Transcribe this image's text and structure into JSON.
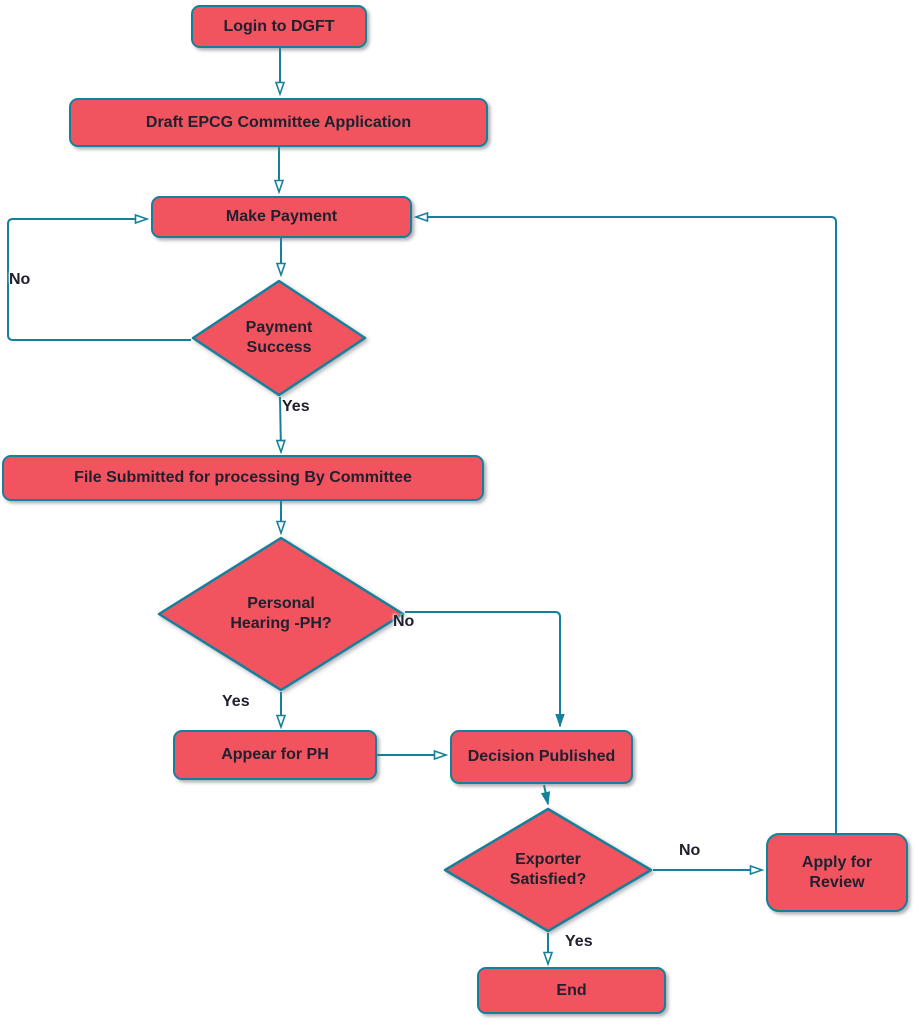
{
  "colors": {
    "node_fill": "#f2545f",
    "node_border": "#15809b",
    "connector": "#15809b",
    "text": "#20202e",
    "background": "#ffffff"
  },
  "nodes": {
    "login": {
      "label": "Login to DGFT",
      "type": "process"
    },
    "draft": {
      "label": "Draft EPCG Committee Application",
      "type": "process"
    },
    "make_payment": {
      "label": "Make Payment",
      "type": "process"
    },
    "payment_success": {
      "label": "Payment Success",
      "type": "decision"
    },
    "file_submitted": {
      "label": "File Submitted for processing By Committee",
      "type": "process"
    },
    "personal_hearing": {
      "label": "Personal Hearing -PH?",
      "type": "decision"
    },
    "appear_ph": {
      "label": "Appear for PH",
      "type": "process"
    },
    "decision_published": {
      "label": "Decision Published",
      "type": "process"
    },
    "exporter_satisfied": {
      "label": "Exporter Satisfied?",
      "type": "decision"
    },
    "apply_review": {
      "label": "Apply for Review",
      "type": "process"
    },
    "end": {
      "label": "End",
      "type": "process"
    }
  },
  "edge_labels": {
    "payment_success_no": "No",
    "payment_success_yes": "Yes",
    "personal_hearing_yes": "Yes",
    "personal_hearing_no": "No",
    "exporter_satisfied_yes": "Yes",
    "exporter_satisfied_no": "No"
  }
}
